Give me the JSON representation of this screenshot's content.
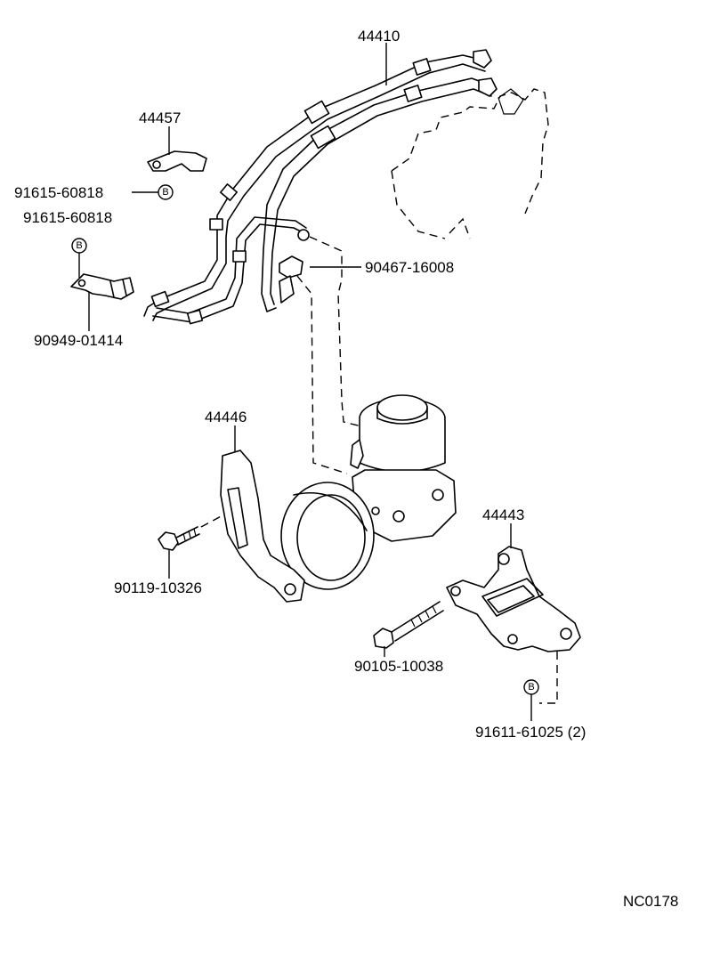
{
  "diagram": {
    "part_labels": {
      "hose_assembly": "44410",
      "clamp_upper": "44457",
      "bolt_clamp_upper": "91615-60818",
      "bolt_clamp_lower": "91615-60818",
      "union_bolt": "90467-16008",
      "clamp_lower": "90949-01414",
      "pump_bracket": "44446",
      "bracket_bolt": "90119-10326",
      "adjusting_bracket": "44443",
      "bracket_long_bolt": "90105-10038",
      "bracket_flange_bolt": "91611-61025 (2)"
    },
    "badge_letter": "B",
    "figure_code": "NC0178"
  }
}
